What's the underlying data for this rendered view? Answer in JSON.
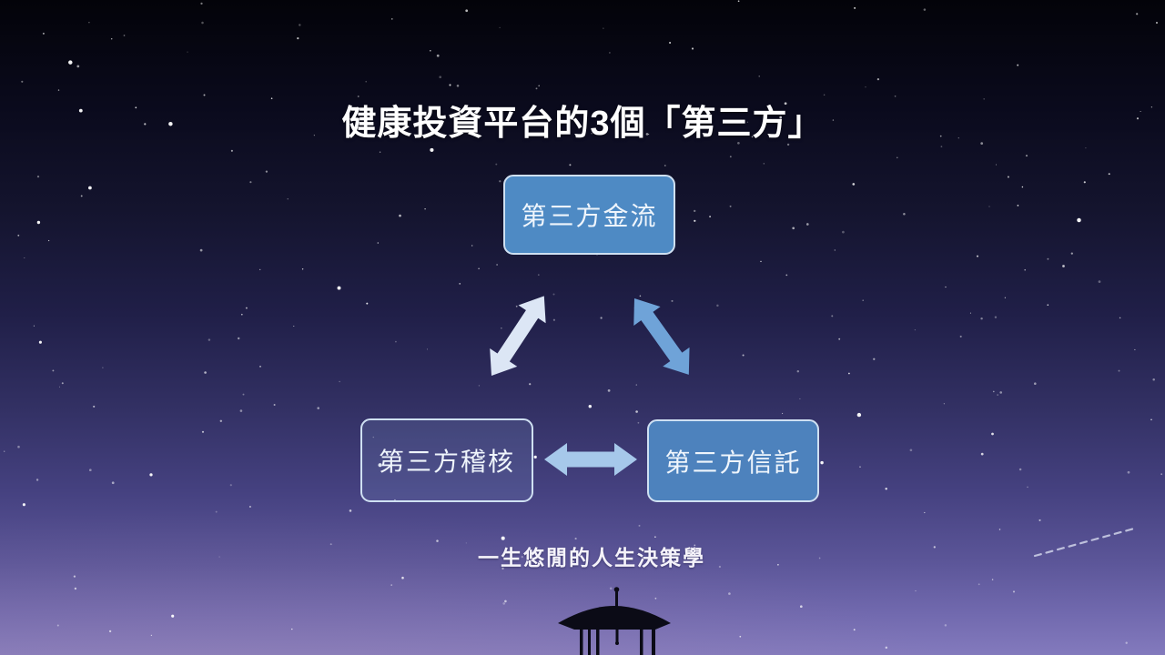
{
  "slide": {
    "title": "健康投資平台的3個「第三方」",
    "watermark": "一生悠閒的人生決策學",
    "nodes": [
      {
        "id": "cashflow",
        "label": "第三方金流"
      },
      {
        "id": "audit",
        "label": "第三方稽核"
      },
      {
        "id": "trust",
        "label": "第三方信託"
      }
    ],
    "colors": {
      "title_color": "#ffffff",
      "node_top_fill": "#4e8ac4",
      "node_left_fill": "rgba(125,155,205,0.18)",
      "node_right_fill": "#4d82bd",
      "node_border": "#cfe0f2",
      "node_text": "#eff5fc",
      "arrow_left": "#dce6f5",
      "arrow_right": "#6fa3d8",
      "arrow_bottom": "#a6c8ea",
      "watermark_color": "#f5f3fa"
    }
  }
}
